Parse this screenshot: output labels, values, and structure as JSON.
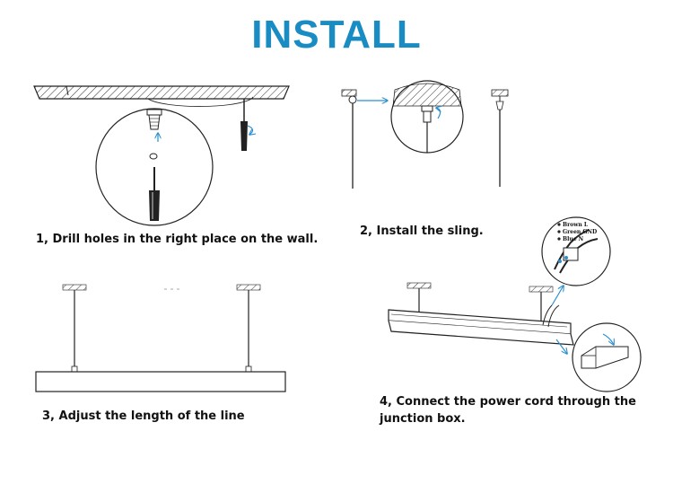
{
  "title": "INSTALL",
  "colors": {
    "title": "#1a8cc4",
    "arrow": "#2a8fd0",
    "line": "#1a1a1a"
  },
  "steps": [
    {
      "caption": "1, Drill holes in the right place on the wall."
    },
    {
      "caption": "2, Install the sling."
    },
    {
      "caption": "3, Adjust the length of the line"
    },
    {
      "caption": "4, Connect the power cord through the junction box."
    }
  ],
  "wire_legend": [
    "Brown L",
    "Green GND",
    "Blue N"
  ]
}
